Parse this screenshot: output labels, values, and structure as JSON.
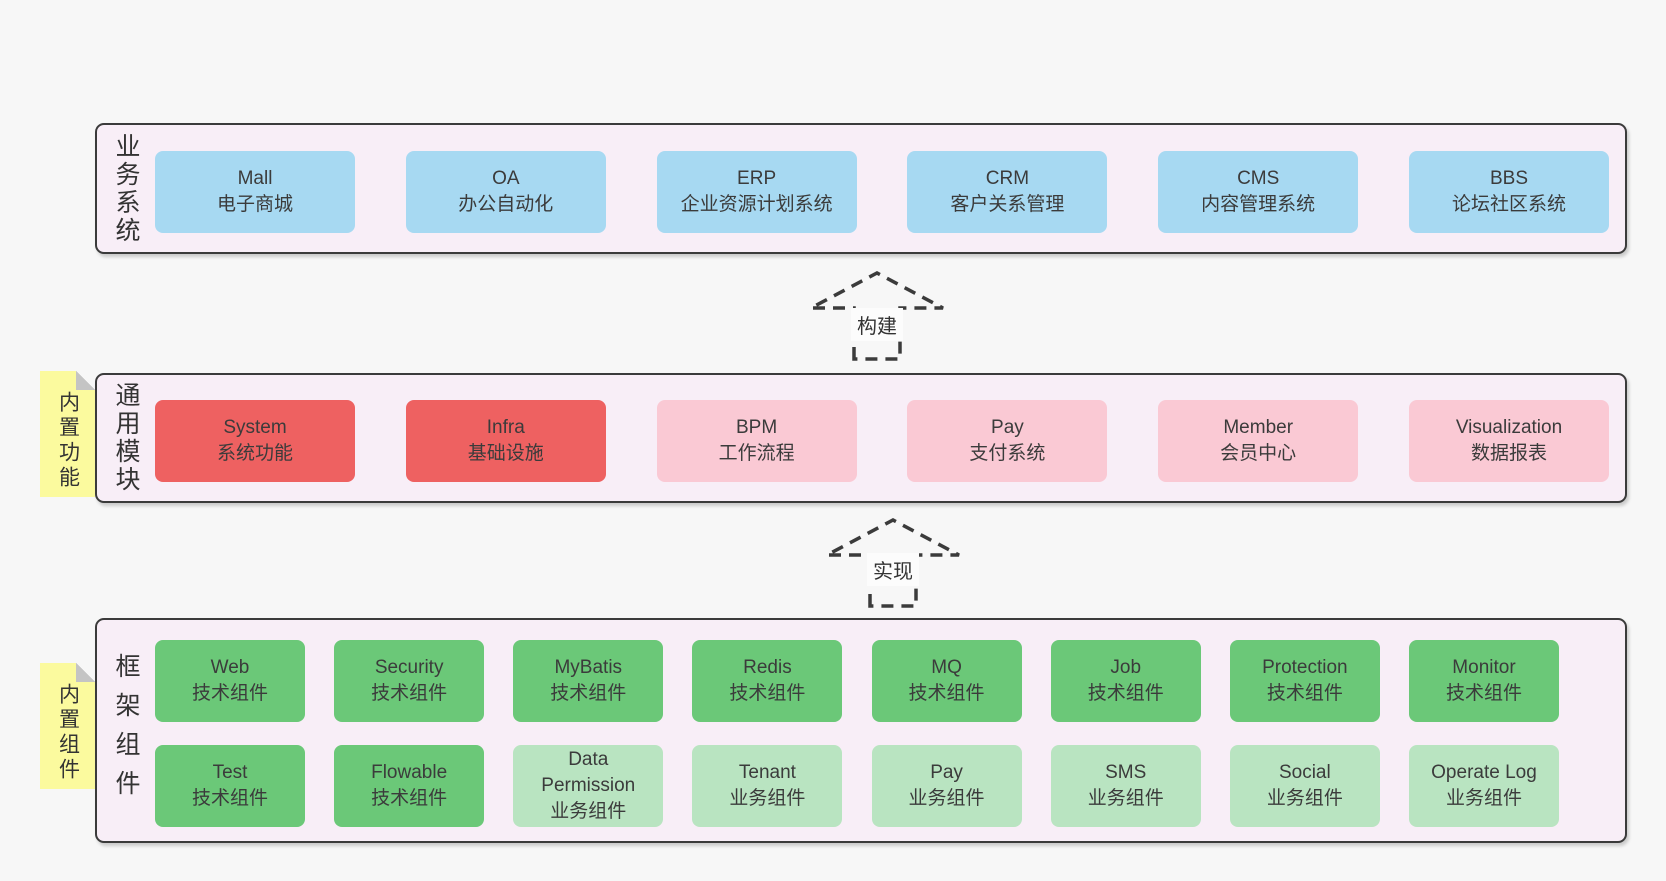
{
  "diagram": {
    "layers": {
      "business": {
        "side_label": "业务系统",
        "boxes": [
          {
            "title": "Mall",
            "subtitle": "电子商城"
          },
          {
            "title": "OA",
            "subtitle": "办公自动化"
          },
          {
            "title": "ERP",
            "subtitle": "企业资源计划系统"
          },
          {
            "title": "CRM",
            "subtitle": "客户关系管理"
          },
          {
            "title": "CMS",
            "subtitle": "内容管理系统"
          },
          {
            "title": "BBS",
            "subtitle": "论坛社区系统"
          }
        ]
      },
      "modules": {
        "side_label": "通用模块",
        "tag": "内置功能",
        "boxes": [
          {
            "title": "System",
            "subtitle": "系统功能",
            "variant": "red"
          },
          {
            "title": "Infra",
            "subtitle": "基础设施",
            "variant": "red"
          },
          {
            "title": "BPM",
            "subtitle": "工作流程",
            "variant": "pink"
          },
          {
            "title": "Pay",
            "subtitle": "支付系统",
            "variant": "pink"
          },
          {
            "title": "Member",
            "subtitle": "会员中心",
            "variant": "pink"
          },
          {
            "title": "Visualization",
            "subtitle": "数据报表",
            "variant": "pink"
          }
        ]
      },
      "components": {
        "side_label": "框架组件",
        "tag": "内置组件",
        "row1": [
          {
            "title": "Web",
            "subtitle": "技术组件",
            "variant": "green"
          },
          {
            "title": "Security",
            "subtitle": "技术组件",
            "variant": "green"
          },
          {
            "title": "MyBatis",
            "subtitle": "技术组件",
            "variant": "green"
          },
          {
            "title": "Redis",
            "subtitle": "技术组件",
            "variant": "green"
          },
          {
            "title": "MQ",
            "subtitle": "技术组件",
            "variant": "green"
          },
          {
            "title": "Job",
            "subtitle": "技术组件",
            "variant": "green"
          },
          {
            "title": "Protection",
            "subtitle": "技术组件",
            "variant": "green"
          },
          {
            "title": "Monitor",
            "subtitle": "技术组件",
            "variant": "green"
          }
        ],
        "row2": [
          {
            "title": "Test",
            "subtitle": "技术组件",
            "variant": "green"
          },
          {
            "title": "Flowable",
            "subtitle": "技术组件",
            "variant": "green"
          },
          {
            "title": "Data Permission",
            "subtitle": "业务组件",
            "variant": "lightgreen"
          },
          {
            "title": "Tenant",
            "subtitle": "业务组件",
            "variant": "lightgreen"
          },
          {
            "title": "Pay",
            "subtitle": "业务组件",
            "variant": "lightgreen"
          },
          {
            "title": "SMS",
            "subtitle": "业务组件",
            "variant": "lightgreen"
          },
          {
            "title": "Social",
            "subtitle": "业务组件",
            "variant": "lightgreen"
          },
          {
            "title": "Operate Log",
            "subtitle": "业务组件",
            "variant": "lightgreen"
          }
        ]
      }
    },
    "arrows": {
      "build": "构建",
      "implement": "实现"
    },
    "colors": {
      "page_bg": "#f7f7f7",
      "layer_bg": "#f8eef7",
      "layer_border": "#3b3b3b",
      "box_blue": "#a7d9f2",
      "box_red": "#ee6161",
      "box_pink": "#fac9d4",
      "box_green": "#6bc878",
      "box_light_green": "#b9e4c1",
      "tag_yellow": "#fbfa9e",
      "fold_gray": "#c4c4c4",
      "text": "#3b3b3b"
    }
  }
}
